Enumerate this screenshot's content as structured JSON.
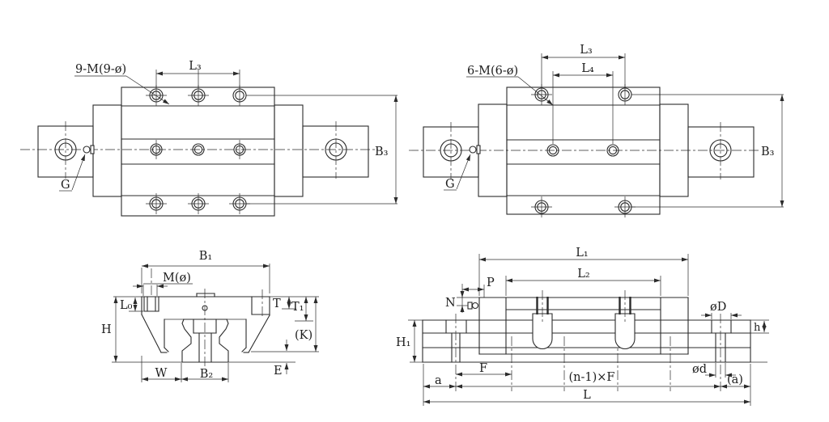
{
  "drawing": {
    "title": "linear-guide-block-dimension-drawing",
    "colors": {
      "line": "#2b2b2b",
      "background": "#ffffff"
    },
    "views": {
      "plan9": {
        "callout": "9-M(9-ø)",
        "l3": "L₃",
        "b3": "B₃",
        "g": "G"
      },
      "plan6": {
        "callout": "6-M(6-ø)",
        "l3": "L₃",
        "l4": "L₄",
        "b3": "B₃",
        "g": "G"
      },
      "section": {
        "b1": "B₁",
        "m": "M(ø)",
        "l0": "L₀",
        "h": "H",
        "w": "W",
        "b2": "B₂",
        "e": "E",
        "t": "T",
        "t1": "T₁",
        "k": "(K)"
      },
      "side": {
        "l1": "L₁",
        "l2": "L₂",
        "p": "P",
        "n": "N",
        "h1": "H₁",
        "a": "a",
        "f": "F",
        "nf": "(n-1)×F",
        "l": "L",
        "dbig": "øD",
        "h": "h",
        "dsmall": "ød",
        "aparen": "(a)"
      }
    }
  }
}
